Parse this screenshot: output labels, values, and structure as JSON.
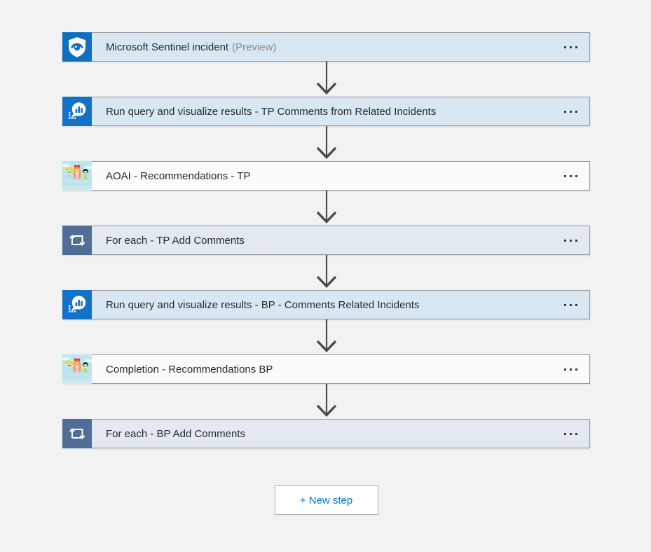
{
  "colors": {
    "page_background": "#f2f2f2",
    "trigger_card_background": "#d9e7f3",
    "custom_action_card_background": "#fbfafd",
    "scope_card_background": "#e3e9f1",
    "sentinel_icon_blue": "#0d6ec2",
    "monitor_logs_icon_blue": "#1172c8",
    "foreach_icon_slate": "#4f6e96",
    "accent_blue": "#0078d4",
    "card_border_gray": "#979797",
    "arrow_gray": "#4a4a4a",
    "preview_text_gray": "#8a8886"
  },
  "icons": {
    "ellipsis_menu": "···",
    "microsoft_sentinel": "shield-with-eye",
    "azure_monitor_logs": "chat-bubble-with-bar-chart",
    "custom_connector": "powerpuff-girls-image",
    "foreach": "loop-rectangle-with-arrows",
    "connector_arrow": "down-arrow"
  },
  "workflow": {
    "steps": [
      {
        "id": "sentinel-incident-trigger",
        "title": "Microsoft Sentinel incident",
        "suffix": "(Preview)",
        "icon": "microsoft-sentinel-icon",
        "bg": "blue"
      },
      {
        "id": "run-query-tp",
        "title": "Run query and visualize results - TP Comments from Related Incidents",
        "suffix": "",
        "icon": "azure-monitor-logs-icon",
        "bg": "blue"
      },
      {
        "id": "aoai-recommendations-tp",
        "title": "AOAI - Recommendations - TP",
        "suffix": "",
        "icon": "custom-connector-powerpuff-icon",
        "bg": "white"
      },
      {
        "id": "foreach-tp-add-comments",
        "title": "For each - TP Add Comments",
        "suffix": "",
        "icon": "foreach-loop-icon",
        "bg": "gray"
      },
      {
        "id": "run-query-bp",
        "title": "Run query and visualize results - BP - Comments Related Incidents",
        "suffix": "",
        "icon": "azure-monitor-logs-icon",
        "bg": "blue"
      },
      {
        "id": "completion-recommendations-bp",
        "title": "Completion - Recommendations BP",
        "suffix": "",
        "icon": "custom-connector-powerpuff-icon",
        "bg": "white"
      },
      {
        "id": "foreach-bp-add-comments",
        "title": "For each - BP Add Comments",
        "suffix": "",
        "icon": "foreach-loop-icon",
        "bg": "gray"
      }
    ]
  },
  "footer": {
    "new_step_label": "+ New step"
  }
}
